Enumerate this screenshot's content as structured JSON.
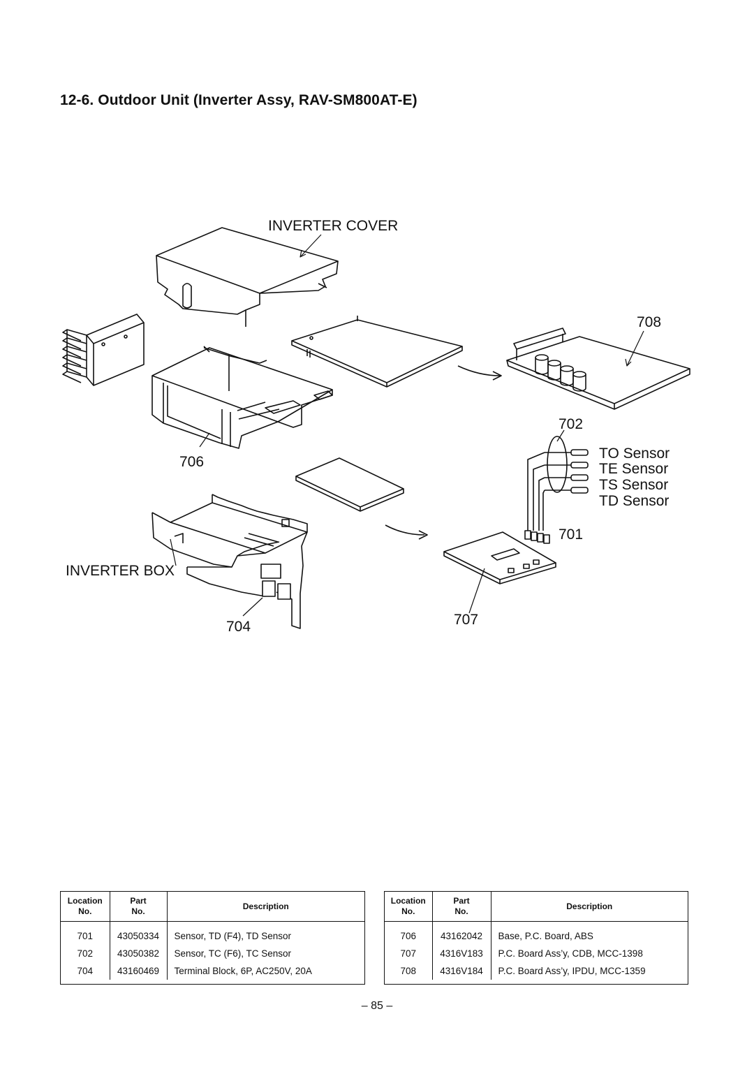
{
  "page": {
    "title": "12-6. Outdoor Unit (Inverter Assy, RAV-SM800AT-E)",
    "page_number": "– 85 –"
  },
  "diagram": {
    "labels": {
      "inverter_cover": "INVERTER COVER",
      "inverter_box": "INVERTER BOX",
      "p708": "708",
      "p702": "702",
      "p706": "706",
      "p701": "701",
      "p704": "704",
      "p707": "707",
      "to_sensor": "TO Sensor",
      "te_sensor": "TE Sensor",
      "ts_sensor": "TS Sensor",
      "td_sensor": "TD Sensor"
    }
  },
  "tables": {
    "headers": {
      "location": [
        "Location",
        "No."
      ],
      "part": [
        "Part",
        "No."
      ],
      "description": "Description"
    },
    "left": [
      {
        "location": "701",
        "part": "43050334",
        "description": "Sensor, TD (F4), TD Sensor"
      },
      {
        "location": "702",
        "part": "43050382",
        "description": "Sensor, TC (F6), TC Sensor"
      },
      {
        "location": "704",
        "part": "43160469",
        "description": "Terminal Block, 6P,  AC250V, 20A"
      }
    ],
    "right": [
      {
        "location": "706",
        "part": "43162042",
        "description": "Base, P.C. Board, ABS"
      },
      {
        "location": "707",
        "part": "4316V183",
        "description": "P.C. Board Ass’y, CDB, MCC-1398"
      },
      {
        "location": "708",
        "part": "4316V184",
        "description": "P.C. Board Ass’y, IPDU, MCC-1359"
      }
    ]
  }
}
